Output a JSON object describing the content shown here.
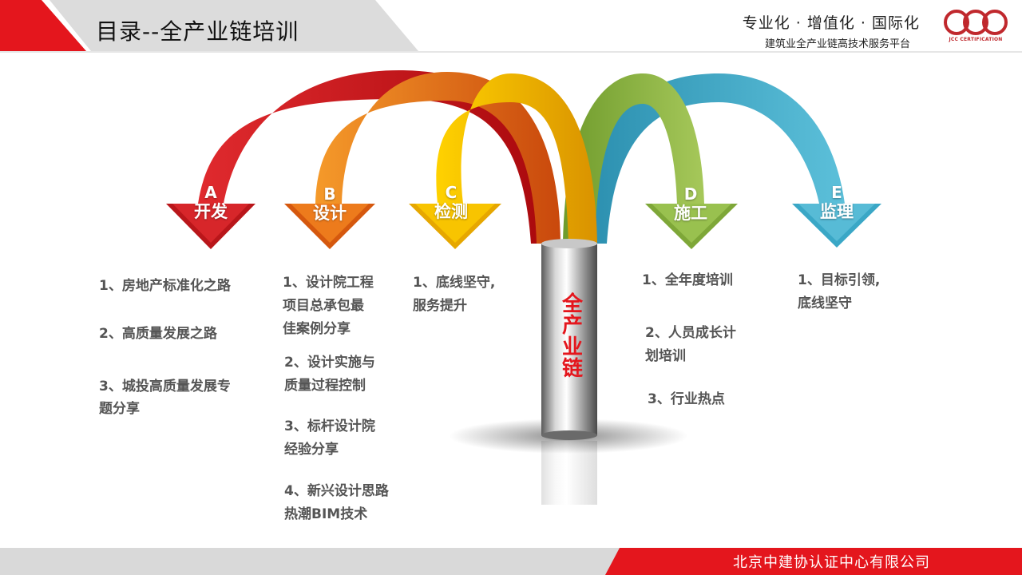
{
  "header": {
    "title": "目录--全产业链培训",
    "slogan": "专业化 · 增值化 · 国际化",
    "platform": "建筑业全产业链高技术服务平台",
    "logo_text": "JCC CERTIFICATION"
  },
  "colors": {
    "brand_red": "#e4161d",
    "arrow_a": "#c21a1d",
    "arrow_b": "#e0660f",
    "arrow_c": "#f0b400",
    "arrow_d": "#8cb43c",
    "arrow_e": "#3aa7c6",
    "text_gray": "#555555"
  },
  "pillar_text": "全产业链",
  "arrows": [
    {
      "letter": "A",
      "name": "开发"
    },
    {
      "letter": "B",
      "name": "设计"
    },
    {
      "letter": "C",
      "name": "检测"
    },
    {
      "letter": "D",
      "name": "施工"
    },
    {
      "letter": "E",
      "name": "监理"
    }
  ],
  "columns": {
    "a": [
      "1、房地产标准化之路",
      "2、高质量发展之路",
      "3、城投高质量发展专",
      "题分享"
    ],
    "b": [
      "1、设计院工程",
      "项目总承包最",
      "佳案例分享",
      "2、设计实施与",
      "质量过程控制",
      "3、标杆设计院",
      "经验分享",
      "4、新兴设计思路",
      "热潮BIM技术"
    ],
    "c": [
      "1、底线坚守,",
      "服务提升"
    ],
    "d": [
      "1、全年度培训",
      "2、人员成长计",
      "划培训",
      "3、行业热点"
    ],
    "e": [
      "1、目标引领,",
      "底线坚守"
    ]
  },
  "footer": {
    "company": "北京中建协认证中心有限公司"
  }
}
